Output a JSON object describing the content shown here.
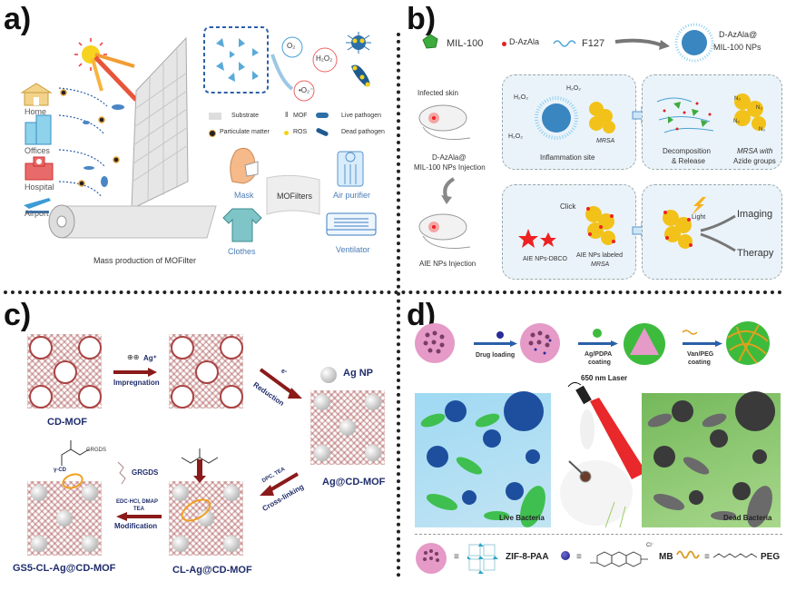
{
  "panels": {
    "a": {
      "label": "a)",
      "sources": [
        "Home",
        "Offices",
        "Hospital",
        "Airport"
      ],
      "legend": {
        "substrate": "Substrate",
        "mof": "MOF",
        "live": "Live pathogen",
        "particulate": "Particulate matter",
        "ros": "ROS",
        "dead": "Dead pathogen"
      },
      "species": {
        "o2": "O₂",
        "h2o2": "H₂O₂",
        "superoxide": "•O₂⁻"
      },
      "applications": {
        "mask": "Mask",
        "clothes": "Clothes",
        "center": "MOFilters",
        "purifier": "Air purifier",
        "ventilator": "Ventilator"
      },
      "caption": "Mass production of MOFilter"
    },
    "b": {
      "label": "b)",
      "legend": {
        "mil100": "MIL-100",
        "azala": "D-AzAla",
        "f127": "F127",
        "product_line1": "D-AzAla@",
        "product_line2": "MIL-100 NPs"
      },
      "top_row": {
        "infected": "Infected skin",
        "injection_line1": "D-AzAla@",
        "injection_line2": "MIL-100  NPs Injection",
        "h2o2": "H₂O₂",
        "mrsa": "MRSA",
        "site": "Inflammation site",
        "decomp_line1": "Decomposition",
        "decomp_line2": "& Release",
        "azide_line1": "MRSA with",
        "azide_line2": "Azide groups",
        "n3": "N₃"
      },
      "bottom_row": {
        "injection": "AIE NPs Injection",
        "click": "Click",
        "dbco": "AIE NPs-DBCO",
        "labeled_line1": "AIE NPs labeled",
        "labeled_line2": "MRSA",
        "light": "Light",
        "imaging": "Imaging",
        "therapy": "Therapy"
      }
    },
    "c": {
      "label": "c)",
      "cdmof": "CD-MOF",
      "agplus": "Ag⁺",
      "impregnation": "Impregnation",
      "eminus": "e-",
      "reduction": "Reduction",
      "agnp": "Ag NP",
      "ag_cdmof": "Ag@CD-MOF",
      "dpc_tea": "DPC, TEA",
      "crosslinking": "Cross-linking",
      "cl_ag": "CL-Ag@CD-MOF",
      "grgds": "GRGDS",
      "reagents_line1": "EDC·HCl, DMAP",
      "reagents_line2": "TEA",
      "modification": "Modification",
      "gamma_cd": "γ-CD",
      "grgds_sub": "GRGDS",
      "gs5": "GS5-CL-Ag@CD-MOF"
    },
    "d": {
      "label": "d)",
      "steps": {
        "drug": "Drug loading",
        "ag_line1": "Ag/PDPA",
        "ag_line2": "coating",
        "van_line1": "Van/PEG",
        "van_line2": "coating"
      },
      "laser": "650 nm Laser",
      "live": "Live Bacteria",
      "dead": "Dead Bacteria",
      "legend": {
        "zif": "ZIF-8-PAA",
        "mb": "MB",
        "peg": "PEG",
        "cl": "Cl⁻",
        "equiv": "≡"
      }
    }
  },
  "colors": {
    "navy": "#1f2d6b",
    "arrow_red": "#8b1a1a",
    "blue_label": "#4a7db5",
    "mof_red": "#a44444",
    "pink": "#e59ac8",
    "green_shell": "#3dbb3d",
    "live_bg": "#8fd0ee",
    "dead_bg": "#7ec06a",
    "mrsa_yellow": "#f2c21a"
  }
}
